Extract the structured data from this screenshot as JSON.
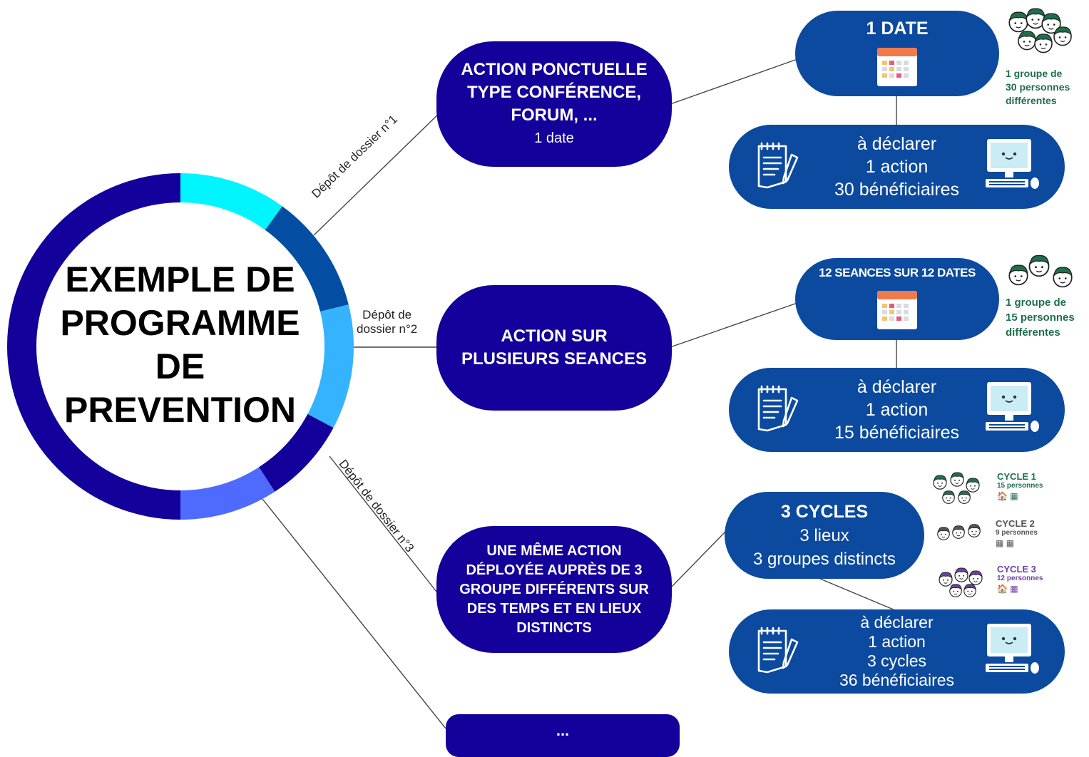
{
  "center": {
    "lines": [
      "EXEMPLE DE",
      "PROGRAMME",
      "DE",
      "PREVENTION"
    ]
  },
  "edges": {
    "dossier1": "Dépôt de dossier n°1",
    "dossier2_l1": "Dépôt de",
    "dossier2_l2": "dossier n°2",
    "dossier3": "Dépôt de dossier n°3"
  },
  "action1": {
    "lines": [
      "ACTION PONCTUELLE",
      "TYPE CONFÉRENCE,",
      "FORUM, ..."
    ],
    "sub": "1 date"
  },
  "action2": {
    "lines": [
      "ACTION SUR",
      "PLUSIEURS SEANCES"
    ]
  },
  "action3": {
    "lines": [
      "UNE MÊME ACTION",
      "DÉPLOYÉE AUPRÈS DE 3",
      "GROUPE DIFFÉRENTS SUR",
      "DES TEMPS ET EN LIEUX",
      "DISTINCTS"
    ]
  },
  "action4": {
    "label": "..."
  },
  "date1": {
    "title": "1 DATE"
  },
  "date2": {
    "title": "12 SEANCES SUR 12 DATES"
  },
  "cycles": {
    "title": "3 CYCLES",
    "l2": "3 lieux",
    "l3": "3 groupes distincts"
  },
  "declare1": {
    "lines": [
      "à déclarer",
      "1 action",
      "30 bénéficiaires"
    ]
  },
  "declare2": {
    "lines": [
      "à déclarer",
      "1 action",
      "15 bénéficiaires"
    ]
  },
  "declare3": {
    "lines": [
      "à déclarer",
      "1 action",
      "3 cycles",
      "36 bénéficiaires"
    ]
  },
  "group1": {
    "lines": [
      "1 groupe de",
      "30 personnes",
      "différentes"
    ]
  },
  "group2": {
    "lines": [
      "1 groupe de",
      "15 personnes",
      "différentes"
    ]
  },
  "cycle_list": [
    {
      "title": "CYCLE 1",
      "sub": "15 personnes"
    },
    {
      "title": "CYCLE 2",
      "sub": "9 personnes"
    },
    {
      "title": "CYCLE 3",
      "sub": "12 personnes"
    }
  ],
  "colors": {
    "dark": "#14009a",
    "blue": "#0b4a9e",
    "cyan": "#00f5ff",
    "mid_blue": "#034ea2",
    "light_blue": "#36b3ff",
    "periwinkle": "#4f6bff",
    "green": "#1f6f4b",
    "purple": "#6e3fa0"
  },
  "icons": [
    "calendar-icon",
    "notepad-icon",
    "computer-icon",
    "people-icon",
    "house-icon",
    "building-icon"
  ]
}
